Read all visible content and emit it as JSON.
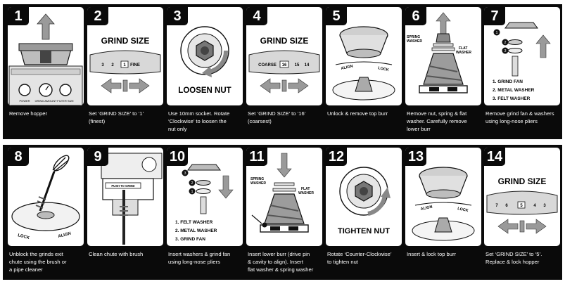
{
  "steps": [
    {
      "num": "1",
      "lines": [
        "Remove hopper"
      ],
      "labels": {
        "power": "POWER",
        "grind_amount": "GRIND AMOUNT",
        "filter_size": "FILTER SIZE"
      }
    },
    {
      "num": "2",
      "lines": [
        "Set ‘GRIND SIZE’ to ‘1’",
        "(finest)"
      ],
      "labels": {
        "title": "GRIND SIZE",
        "dial": "FINE",
        "value": "1",
        "n2": "2",
        "n3": "3"
      }
    },
    {
      "num": "3",
      "lines": [
        "Use 10mm socket. Rotate",
        "‘Clockwise’ to loosen the",
        "nut only"
      ],
      "labels": {
        "title": "LOOSEN NUT"
      }
    },
    {
      "num": "4",
      "lines": [
        "Set ‘GRIND SIZE’ to ‘16’",
        "(coarsest)"
      ],
      "labels": {
        "title": "GRIND SIZE",
        "dial": "COARSE",
        "value": "16",
        "n15": "15",
        "n14": "14"
      }
    },
    {
      "num": "5",
      "lines": [
        "Unlock & remove top burr"
      ],
      "labels": {
        "align": "ALIGN",
        "lock": "LOCK"
      }
    },
    {
      "num": "6",
      "lines": [
        "Remove nut, spring & flat",
        "washer. Carefully remove",
        "lower burr"
      ],
      "labels": {
        "spring1": "SPRING",
        "spring2": "WASHER",
        "flat1": "FLAT",
        "flat2": "WASHER"
      }
    },
    {
      "num": "7",
      "lines": [
        "Remove grind fan & washers",
        "using long-nose pliers"
      ],
      "labels": {
        "l1": "1. GRIND FAN",
        "l2": "2. METAL WASHER",
        "l3": "3. FELT WASHER",
        "m1": "1",
        "m2": "2",
        "m3": "3"
      }
    },
    {
      "num": "8",
      "lines": [
        "Unblock the grinds exit",
        "chute using the brush or",
        "a pipe cleaner"
      ],
      "labels": {
        "lock": "LOCK",
        "align": "ALIGN"
      }
    },
    {
      "num": "9",
      "lines": [
        "Clean chute with brush"
      ],
      "labels": {
        "sign": "PUSH TO GRIND"
      }
    },
    {
      "num": "10",
      "lines": [
        "Insert washers & grind fan",
        "using long-nose pliers"
      ],
      "labels": {
        "l1": "1. FELT WASHER",
        "l2": "2. METAL WASHER",
        "l3": "3. GRIND FAN",
        "m1": "1",
        "m2": "2",
        "m3": "3"
      }
    },
    {
      "num": "11",
      "lines": [
        "Insert lower burr (drive pin",
        "& cavity to align). Insert",
        "flat washer & spring washer"
      ],
      "labels": {
        "spring1": "SPRING",
        "spring2": "WASHER",
        "flat1": "FLAT",
        "flat2": "WASHER"
      }
    },
    {
      "num": "12",
      "lines": [
        "Rotate ‘Counter-Clockwise’",
        "to tighten nut"
      ],
      "labels": {
        "title": "TIGHTEN NUT"
      }
    },
    {
      "num": "13",
      "lines": [
        "Insert & lock top burr"
      ],
      "labels": {
        "align": "ALIGN",
        "lock": "LOCK"
      }
    },
    {
      "num": "14",
      "lines": [
        "Set ‘GRIND SIZE’ to ‘5’.",
        "Replace & lock hopper"
      ],
      "labels": {
        "title": "GRIND SIZE",
        "value": "5",
        "n7": "7",
        "n6": "6",
        "n4": "4",
        "n3": "3"
      }
    }
  ]
}
